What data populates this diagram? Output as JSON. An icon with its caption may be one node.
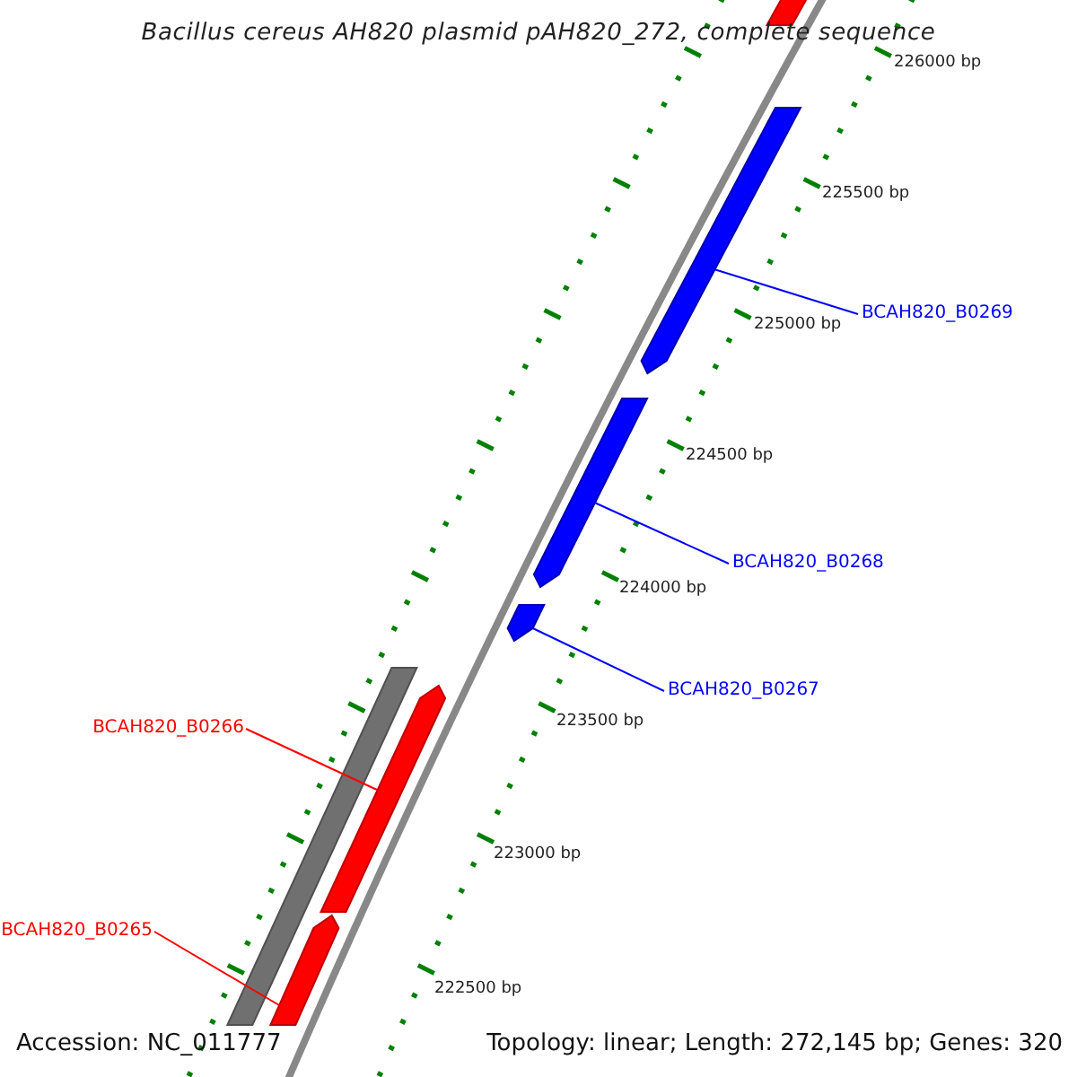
{
  "diagram": {
    "title": "Bacillus cereus AH820 plasmid pAH820_272, complete sequence",
    "nodes": [
      {
        "text": [
          "BCAH820_B0269"
        ]
      },
      {
        "text": [
          "BCAH820_B0268"
        ]
      },
      {
        "text": [
          "BCAH820_B0267"
        ]
      },
      {
        "text": [
          "BCAH820_B0266"
        ]
      },
      {
        "text": [
          "BCAH820_B0265"
        ]
      },
      {
        "text": [],
        "shape": "bar"
      },
      {
        "text": [],
        "shape": "bar"
      },
      {
        "text": [],
        "shape": "bar"
      },
      {
        "text": [],
        "shape": "bar"
      },
      {
        "text": [],
        "shape": "bar"
      },
      {
        "text": [],
        "shape": "bar"
      },
      {
        "text": [],
        "shape": "bar"
      }
    ],
    "edges": [
      {
        "from": 0,
        "to": 6,
        "arrow": "none"
      },
      {
        "from": 1,
        "to": 7,
        "arrow": "none"
      },
      {
        "from": 2,
        "to": 8,
        "arrow": "none"
      },
      {
        "from": 3,
        "to": 10,
        "arrow": "none",
        "color": "#ff0000"
      },
      {
        "from": 4,
        "to": 11,
        "arrow": "none",
        "color": "#ff0000"
      }
    ],
    "labels": [
      "226000 bp",
      "225500 bp",
      "225000 bp",
      "224500 bp",
      "224000 bp",
      "223500 bp",
      "223000 bp",
      "222500 bp",
      "Accession: NC_011777",
      "Topology: linear; Length: 272,145 bp; Genes: 320"
    ]
  }
}
